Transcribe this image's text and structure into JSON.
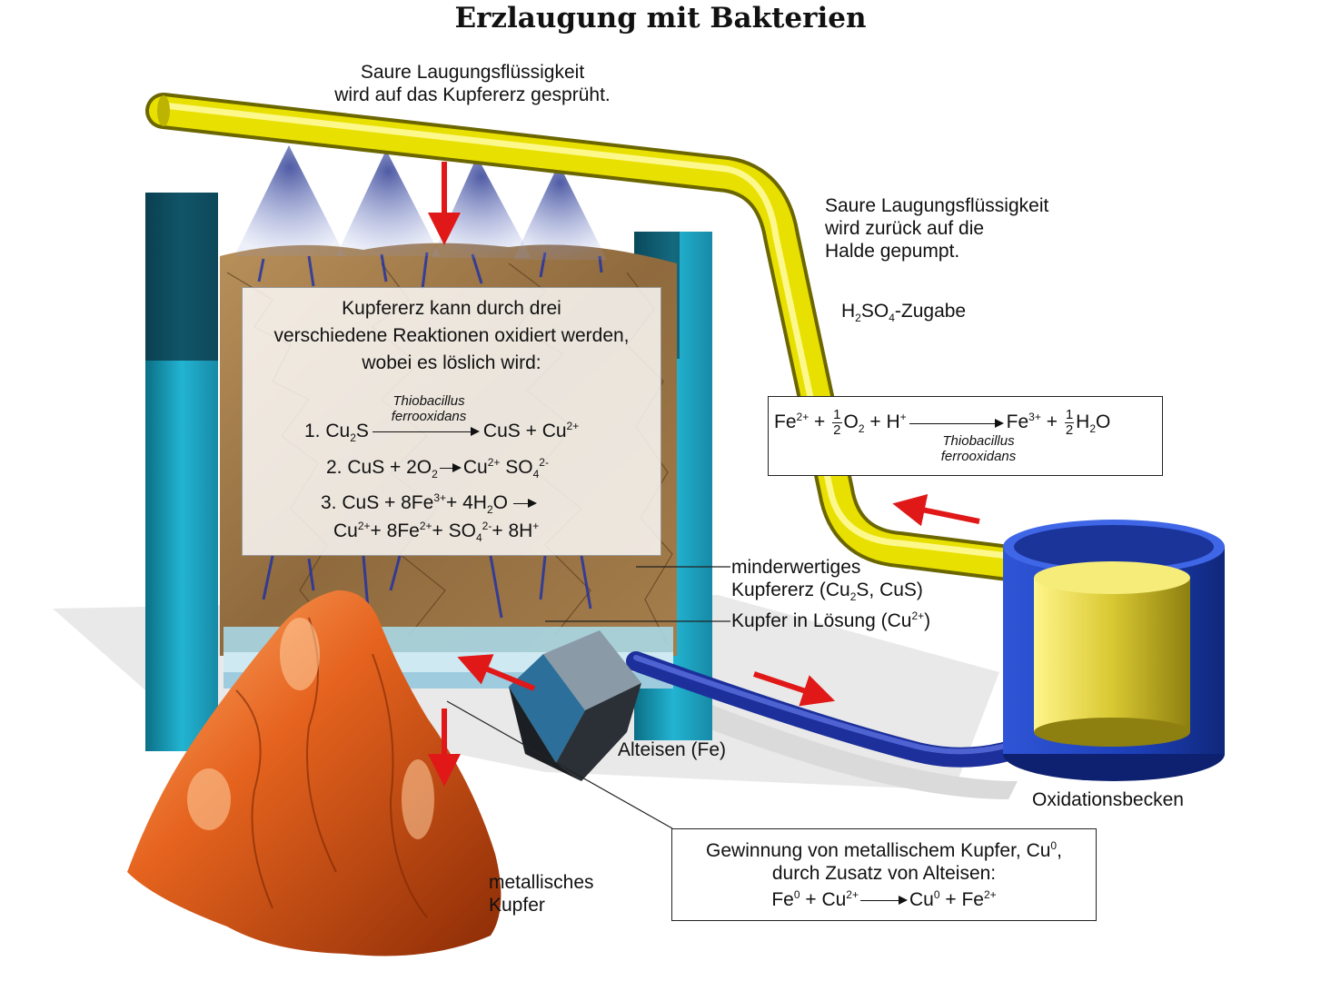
{
  "title": "Erzlaugung mit Bakterien",
  "labels": {
    "spray_line1": "Saure Laugungsflüssigkeit",
    "spray_line2": "wird auf das Kupfererz gesprüht.",
    "return_line1": "Saure Laugungsflüssigkeit",
    "return_line2": "wird zurück auf die",
    "return_line3": "Halde gepumpt.",
    "acid_pre": "H",
    "acid_sub1": "2",
    "acid_mid": "SO",
    "acid_sub2": "4",
    "acid_post": "-Zugabe",
    "ore_line1": "minderwertiges",
    "ore_line2_pre": "Kupfererz (Cu",
    "ore_line2_sub": "2",
    "ore_line2_post": "S, CuS)",
    "solution_pre": "Kupfer in Lösung (Cu",
    "solution_sup": "2+",
    "solution_post": ")",
    "scrap_iron": "Alteisen (Fe)",
    "basin": "Oxidationsbecken",
    "metal_line1": "metallisches",
    "metal_line2": "Kupfer"
  },
  "reactions_box": {
    "line1": "Kupfererz kann durch drei",
    "line2": "verschiedene Reaktionen oxidiert werden,",
    "line3": "wobei es löslich wird:",
    "bacteria_line1": "Thiobacillus",
    "bacteria_line2": "ferrooxidans",
    "r1": {
      "a": "1. Cu",
      "a_sub": "2",
      "a2": "S",
      "b": "CuS + Cu",
      "b_sup": "2+"
    },
    "r2": {
      "a": "2. CuS + 2O",
      "a_sub": "2",
      "b": "Cu",
      "b_sup": "2+",
      "c": " SO",
      "c_sub": "4",
      "c_sup": "2-"
    },
    "r3a": {
      "a": "3. CuS + 8Fe",
      "a_sup": "3+",
      "b": "+ 4H",
      "b_sub": "2",
      "c": "O"
    },
    "r3b": {
      "a": "Cu",
      "a_sup": "2+",
      "b": "+ 8Fe",
      "b_sup": "2+",
      "c": "+ SO",
      "c_sub": "4",
      "c_sup": "2-",
      "d": "+ 8H",
      "d_sup": "+"
    }
  },
  "iron_box": {
    "fe": "Fe",
    "fe_sup": "2+",
    "plus1": "+",
    "half_n": "1",
    "half_d": "2",
    "o": "O",
    "o_sub": "2",
    "plus2": "+ H",
    "h_sup": "+",
    "fe3": "Fe",
    "fe3_sup": "3+",
    "plus3": "+",
    "half2_n": "1",
    "half2_d": "2",
    "h2o": "H",
    "h2o_sub": "2",
    "h2o_o": "O",
    "bacteria_line1": "Thiobacillus",
    "bacteria_line2": "ferrooxidans"
  },
  "recovery_box": {
    "line1_pre": "Gewinnung von metallischem Kupfer, Cu",
    "line1_sup": "0",
    "line1_post": ",",
    "line2": "durch Zusatz von Alteisen:",
    "eq_a": "Fe",
    "eq_a_sup": "0",
    "eq_b": " + Cu",
    "eq_b_sup": "2+",
    "eq_c": "Cu",
    "eq_c_sup": "0",
    "eq_d": " + Fe",
    "eq_d_sup": "2+"
  },
  "colors": {
    "pipe_yellow": "#e8e000",
    "ore_brown": "#a27a48",
    "pillar_teal": "#1fa7c4",
    "basin_blue": "#1c3fb8",
    "copper_orange": "#e5631e",
    "arrow_red": "#e01818",
    "scrap_dark": "#333a40"
  }
}
